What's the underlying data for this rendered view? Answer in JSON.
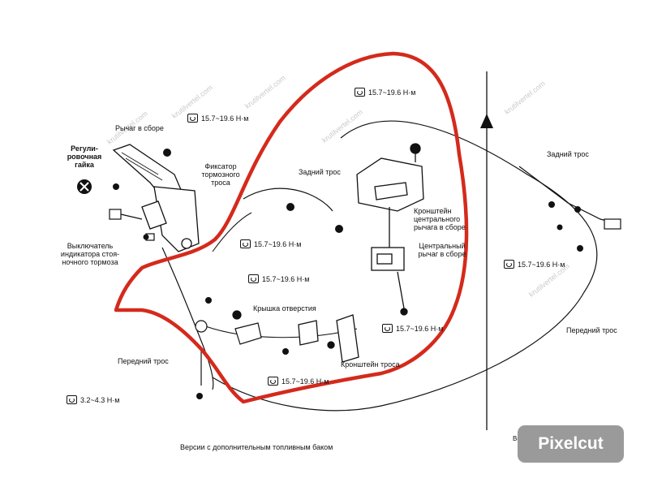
{
  "labels": {
    "lever_assembly": "Рычаг в сборе",
    "adjusting_nut": "Регули-\nровочная\nгайка",
    "indicator_switch": "Выключатель\nиндикатора стоя-\nночного тормоза",
    "cable_lock": "Фиксатор\nтормозного\nтроса",
    "rear_cable_center": "Задний трос",
    "center_bracket": "Кронштейн\nцентрального\nрычага в сборе",
    "center_lever": "Центральный\nрычаг в сборе",
    "hole_cover": "Крышка отверстия",
    "front_cable_left": "Передний трос",
    "cable_bracket": "Кронштейн троса",
    "rear_cable_right": "Задний трос",
    "front_cable_right": "Передний трос",
    "footer_caption": "Версии с дополнительным топливным баком",
    "cut_text": "Вер"
  },
  "torques": [
    "15.7~19.6 Н·м",
    "15.7~19.6 Н·м",
    "15.7~19.6 Н·м",
    "15.7~19.6 Н·м",
    "15.7~19.6 Н·м",
    "15.7~19.6 Н·м",
    "15.7~19.6 Н·м",
    "3.2~4.3 Н·м"
  ],
  "watermark": "krutilvertel.com",
  "badge": "Pixelcut",
  "colors": {
    "highlight": "#d42a1c",
    "line": "#111111",
    "watermark": "#c9c9c9",
    "badge_bg": "#9a9a9a"
  }
}
